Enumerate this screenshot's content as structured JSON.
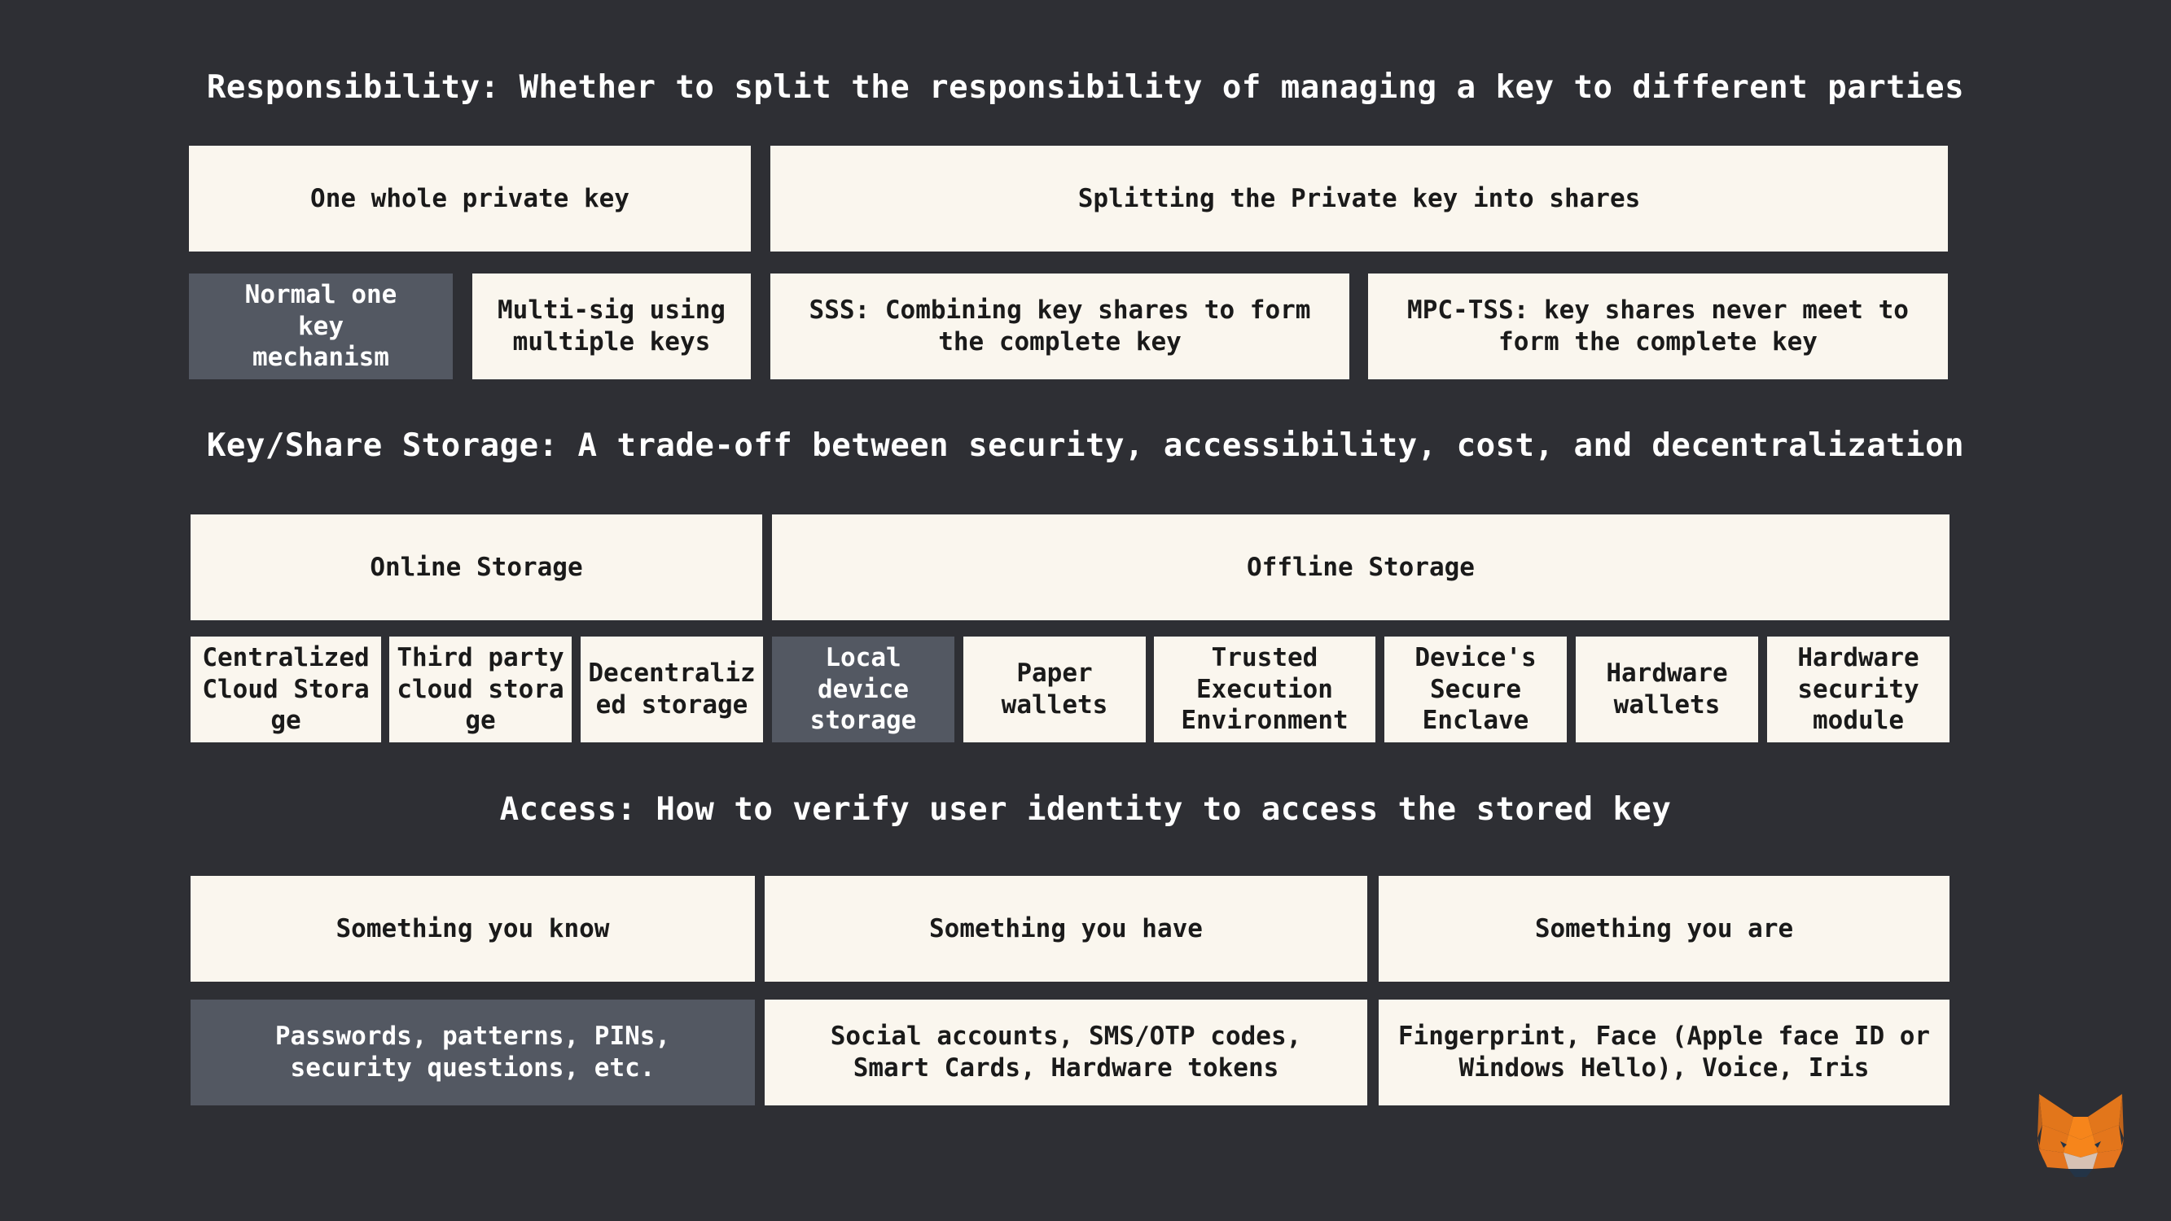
{
  "responsibility": {
    "heading": "Responsibility: Whether to split the responsibility of managing a key to different parties",
    "categories": [
      "One whole private key",
      "Splitting the Private key into shares"
    ],
    "items": [
      "Normal one key mechanism",
      "Multi-sig using multiple keys",
      "SSS: Combining key shares to form the complete key",
      "MPC-TSS: key shares never meet to form the complete key"
    ]
  },
  "storage": {
    "heading": "Key/Share Storage: A trade-off between security, accessibility, cost, and decentralization",
    "categories": [
      "Online Storage",
      "Offline Storage"
    ],
    "items": [
      "Centralized Cloud Storage",
      "Third party cloud storage",
      "Decentralized storage",
      "Local device storage",
      "Paper wallets",
      "Trusted Execution Environment",
      "Device's Secure Enclave",
      "Hardware wallets",
      "Hardware security module"
    ]
  },
  "access": {
    "heading": "Access: How to verify user identity to access the stored key",
    "categories": [
      "Something you know",
      "Something you have",
      "Something you are"
    ],
    "items": [
      "Passwords, patterns, PINs, security questions, etc.",
      "Social accounts, SMS/OTP codes, Smart Cards, Hardware tokens",
      "Fingerprint, Face (Apple face ID or Windows Hello), Voice, Iris"
    ]
  },
  "colors": {
    "background": "#2e2f34",
    "box": "#faf6ee",
    "highlight": "#535862",
    "fox_orange": "#e2761b"
  },
  "logo_icon": "metamask-fox-icon"
}
